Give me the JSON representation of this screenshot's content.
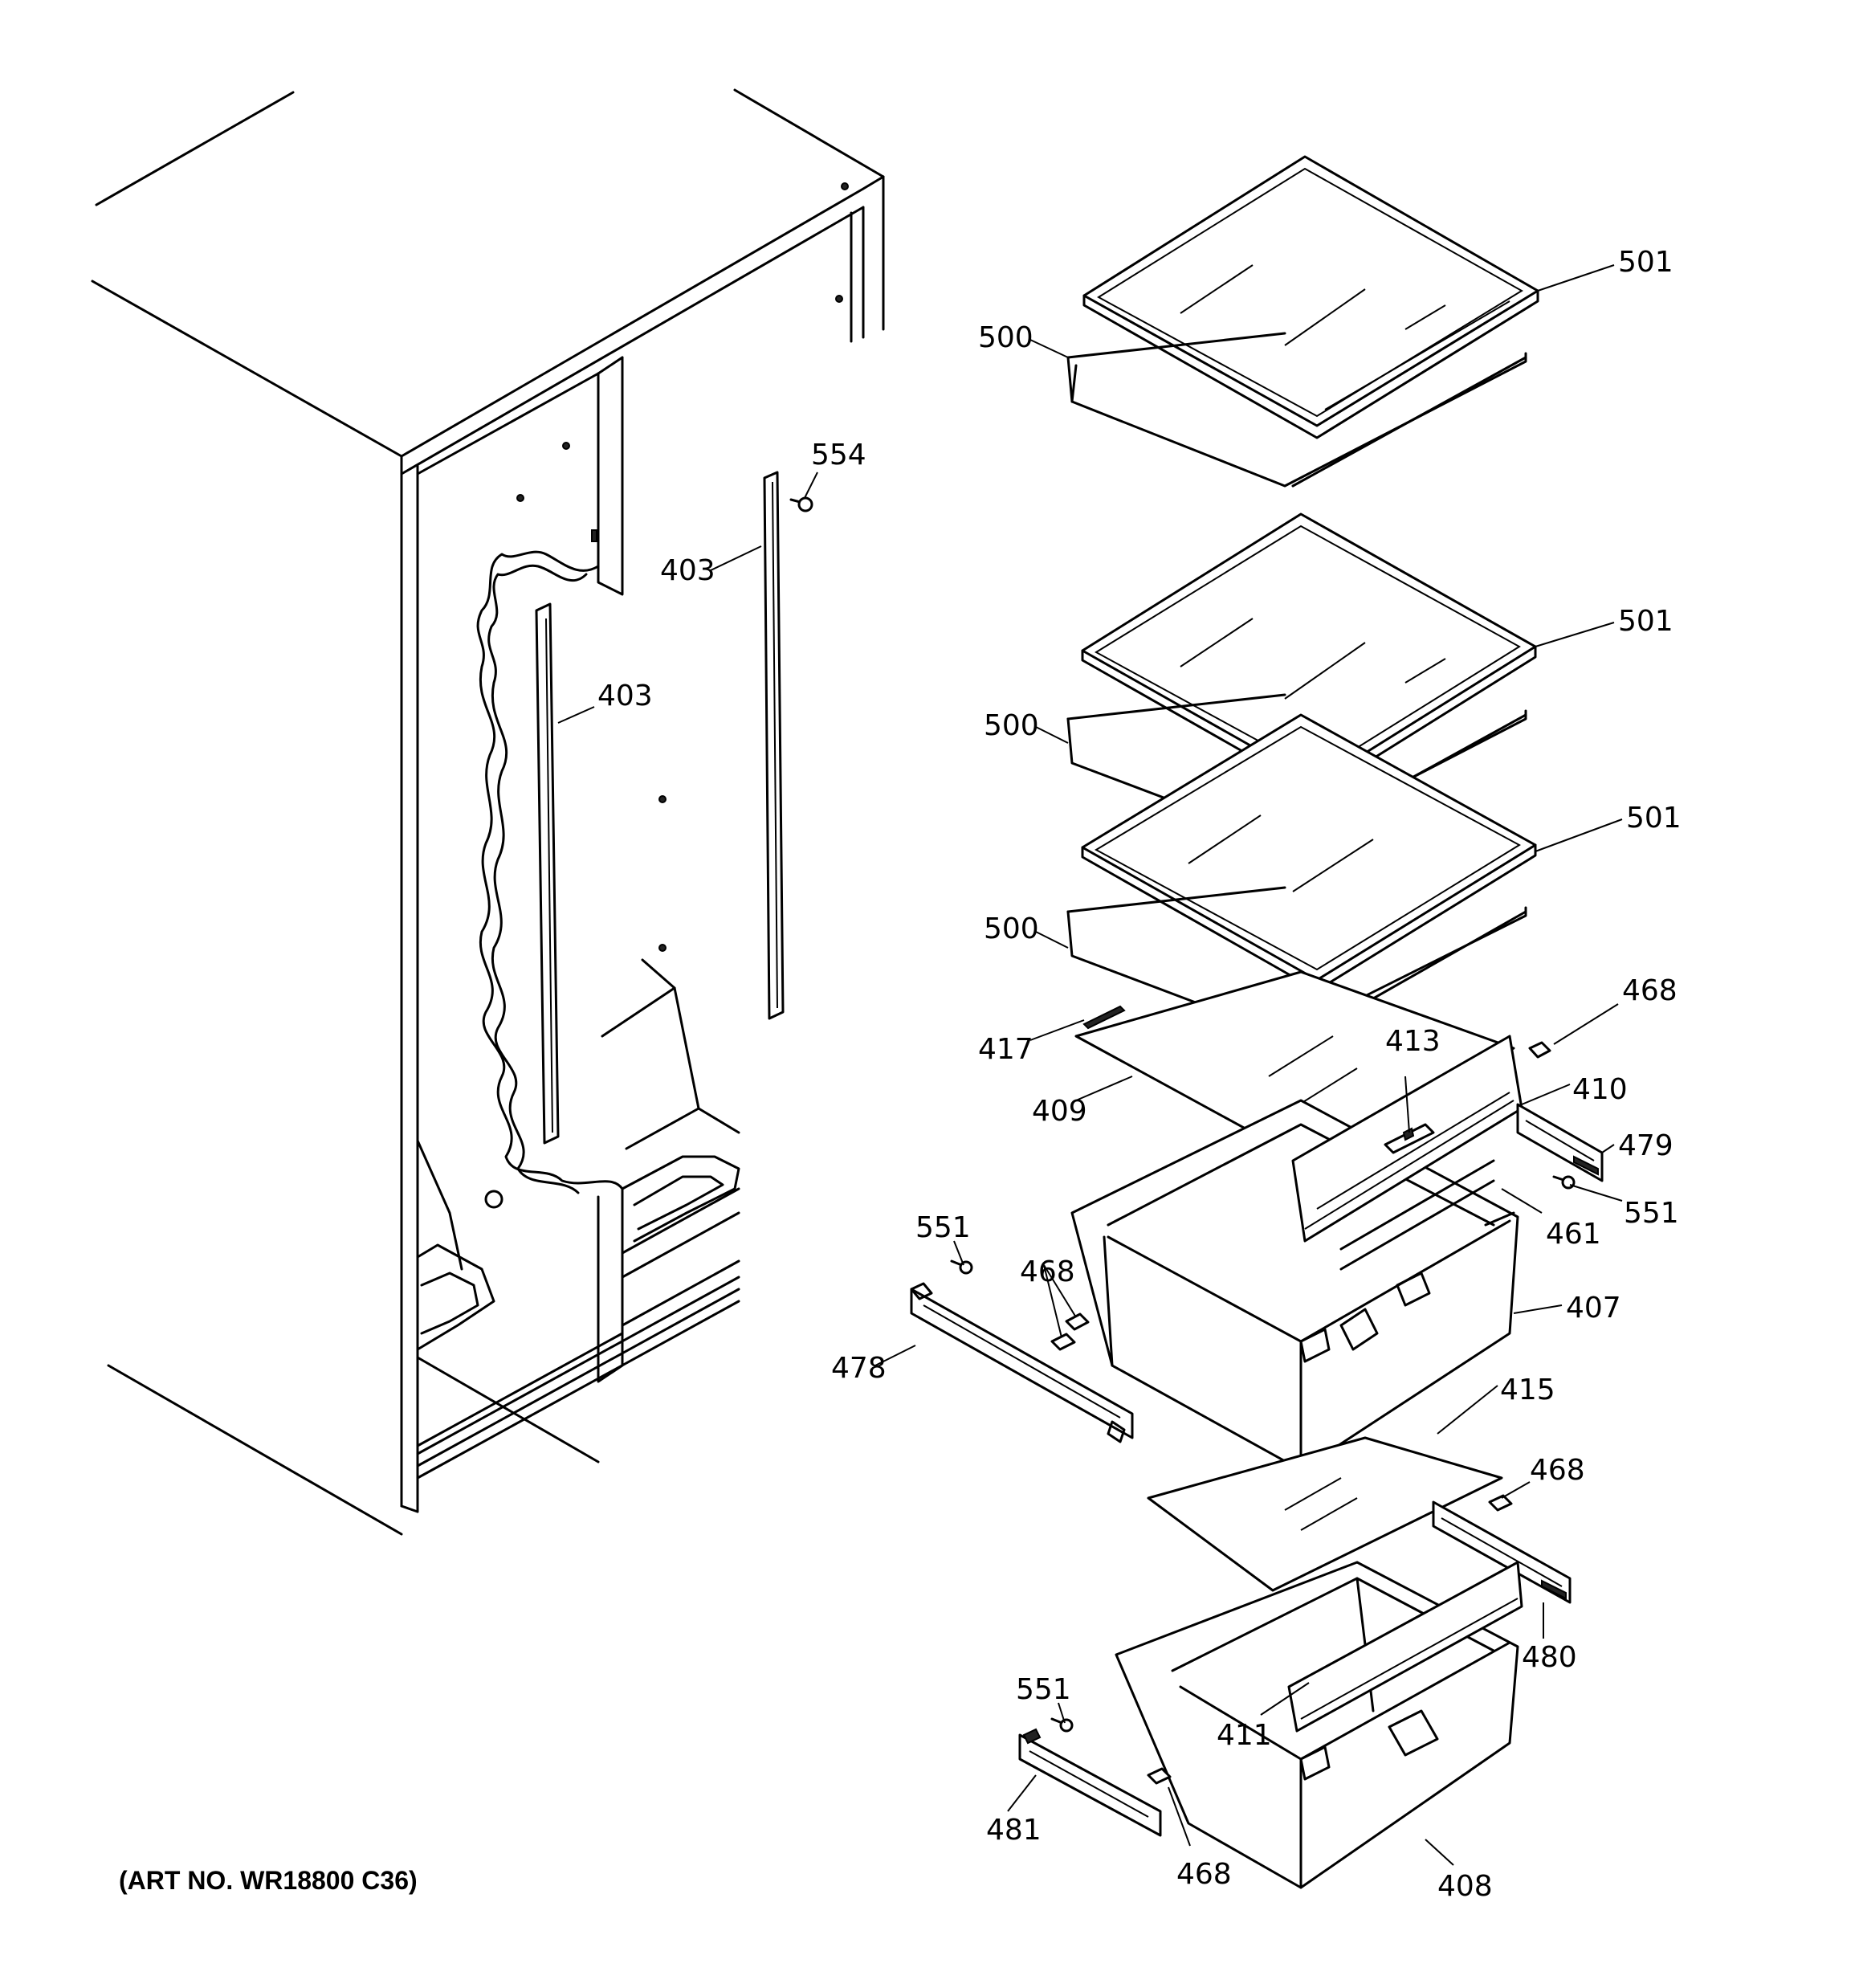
{
  "art_number": "(ART NO. WR18800 C36)",
  "labels": {
    "l501a": "501",
    "l500a": "500",
    "l554": "554",
    "l403a": "403",
    "l403b": "403",
    "l501b": "501",
    "l500b": "500",
    "l501c": "501",
    "l500c": "500",
    "l468a": "468",
    "l417": "417",
    "l413": "413",
    "l410": "410",
    "l409": "409",
    "l479": "479",
    "l551a": "551",
    "l551b": "551",
    "l468b": "468",
    "l461": "461",
    "l407": "407",
    "l478": "478",
    "l415": "415",
    "l468c": "468",
    "l480": "480",
    "l551c": "551",
    "l411": "411",
    "l481": "481",
    "l468d": "468",
    "l408": "408"
  }
}
